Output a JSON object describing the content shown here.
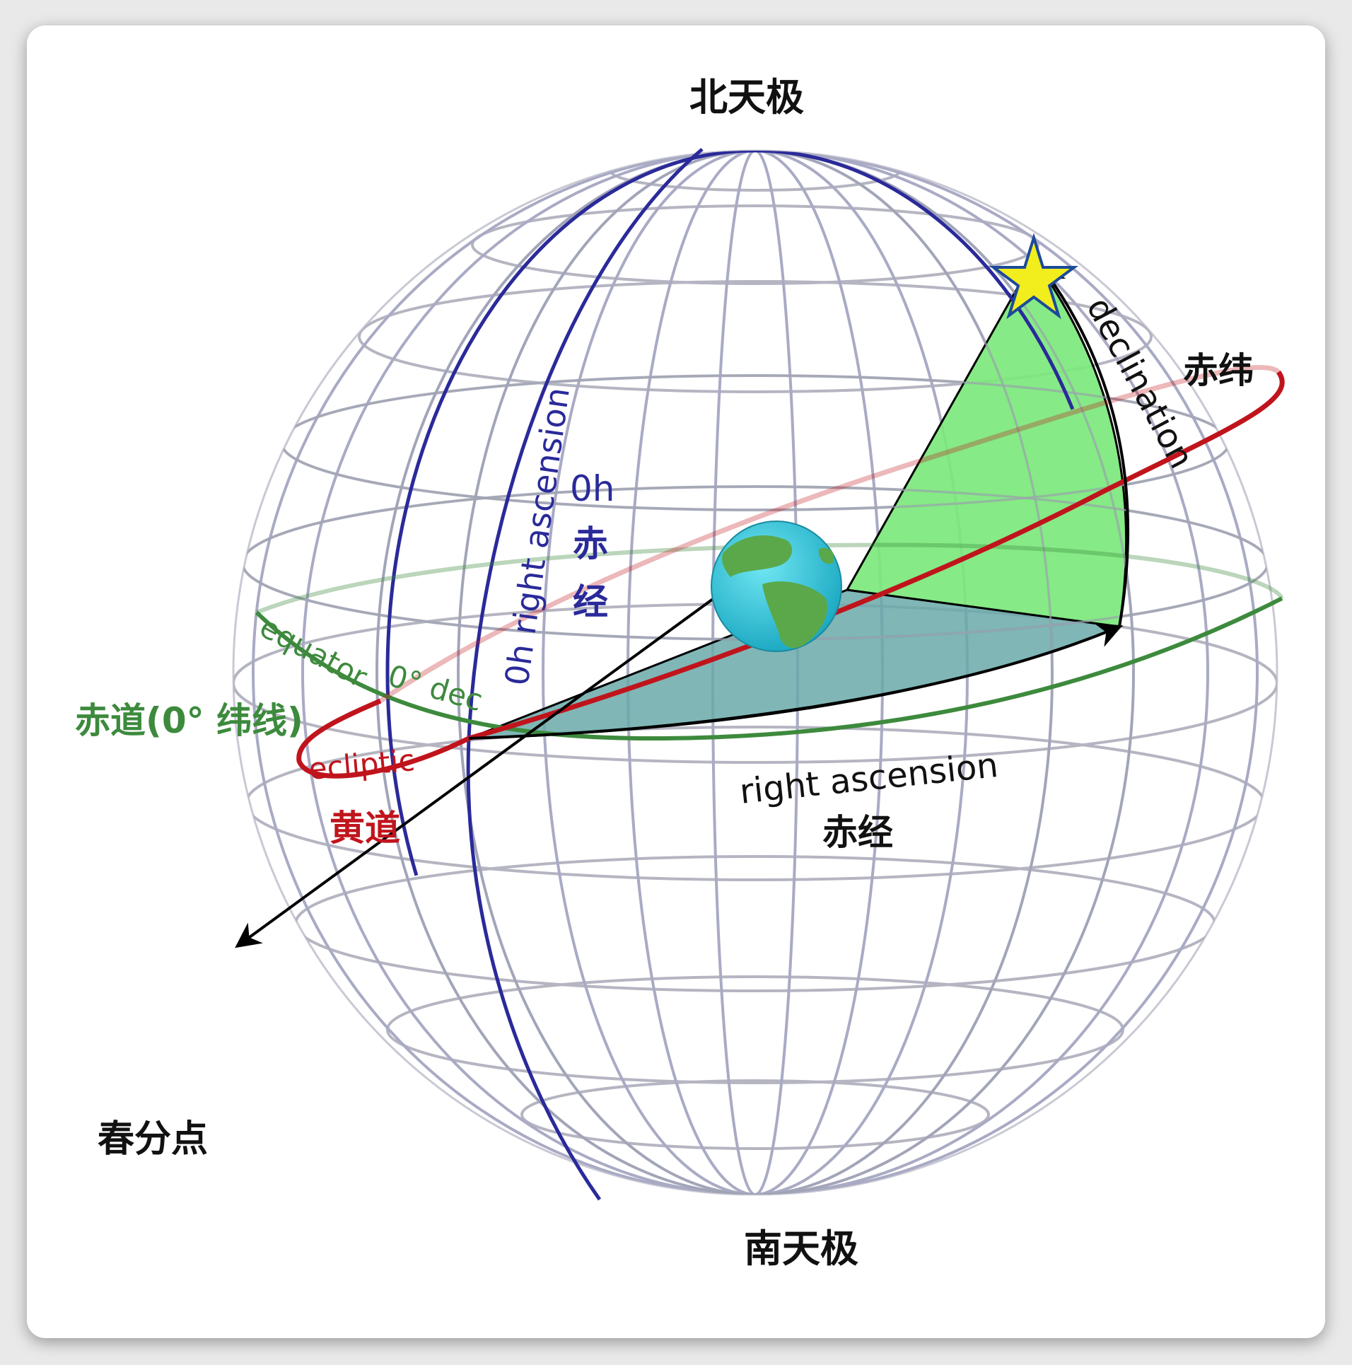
{
  "labels": {
    "north_pole": "北天极",
    "south_pole": "南天极",
    "vernal_equinox": "春分点",
    "declination_en": "declination",
    "declination_cn": "赤纬",
    "zero_h_ra_en": "0h right ascension",
    "zero_h": "0h",
    "zero_h_cn_1": "赤",
    "zero_h_cn_2": "经",
    "equator_en": "equator",
    "zero_dec": "0° dec",
    "equator_cn": "赤道(0°  纬线)",
    "ecliptic_en": "ecliptic",
    "ecliptic_cn": "黄道",
    "right_ascension_en": "right ascension",
    "right_ascension_cn": "赤经"
  },
  "colors": {
    "grid": "#b9b9c9",
    "meridian_0h": "#2a2a9a",
    "equator": "#3d8a3d",
    "ecliptic": "#c0141c",
    "declination_wedge": "#7ce87c",
    "ra_wedge": "#6aa9a9",
    "star": "#f2ee1e",
    "earth_ocean": "#2cc6d8",
    "earth_land": "#5aa84a",
    "arrow": "#000000"
  },
  "icons": [
    "star-icon",
    "earth-icon"
  ]
}
